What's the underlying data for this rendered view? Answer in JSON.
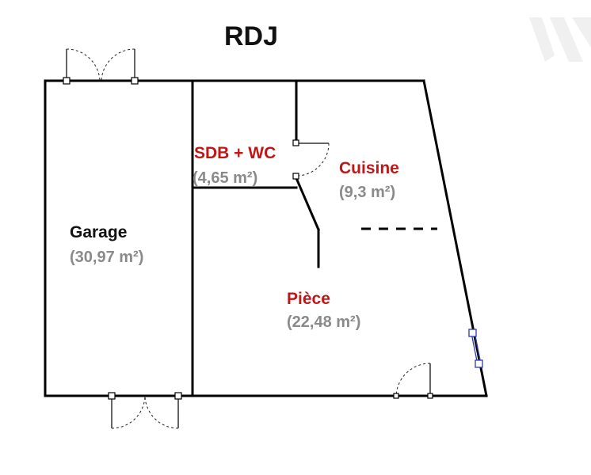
{
  "plan": {
    "title": "RDJ",
    "rooms": {
      "garage": {
        "name": "Garage",
        "area": "(30,97 m²)"
      },
      "sdb": {
        "name": "SDB + WC",
        "area": "(4,65 m²)"
      },
      "cuisine": {
        "name": "Cuisine",
        "area": "(9,3 m²)"
      },
      "piece": {
        "name": "Pièce",
        "area": "(22,48 m²)"
      }
    }
  },
  "colors": {
    "room_name_red": "#bf1717",
    "room_name_black": "#111111",
    "area_gray": "#8a8a8a",
    "window_blue": "#2e3ba8",
    "walls": "#000000"
  },
  "icons": {
    "watermark": "logo-watermark-icon"
  }
}
